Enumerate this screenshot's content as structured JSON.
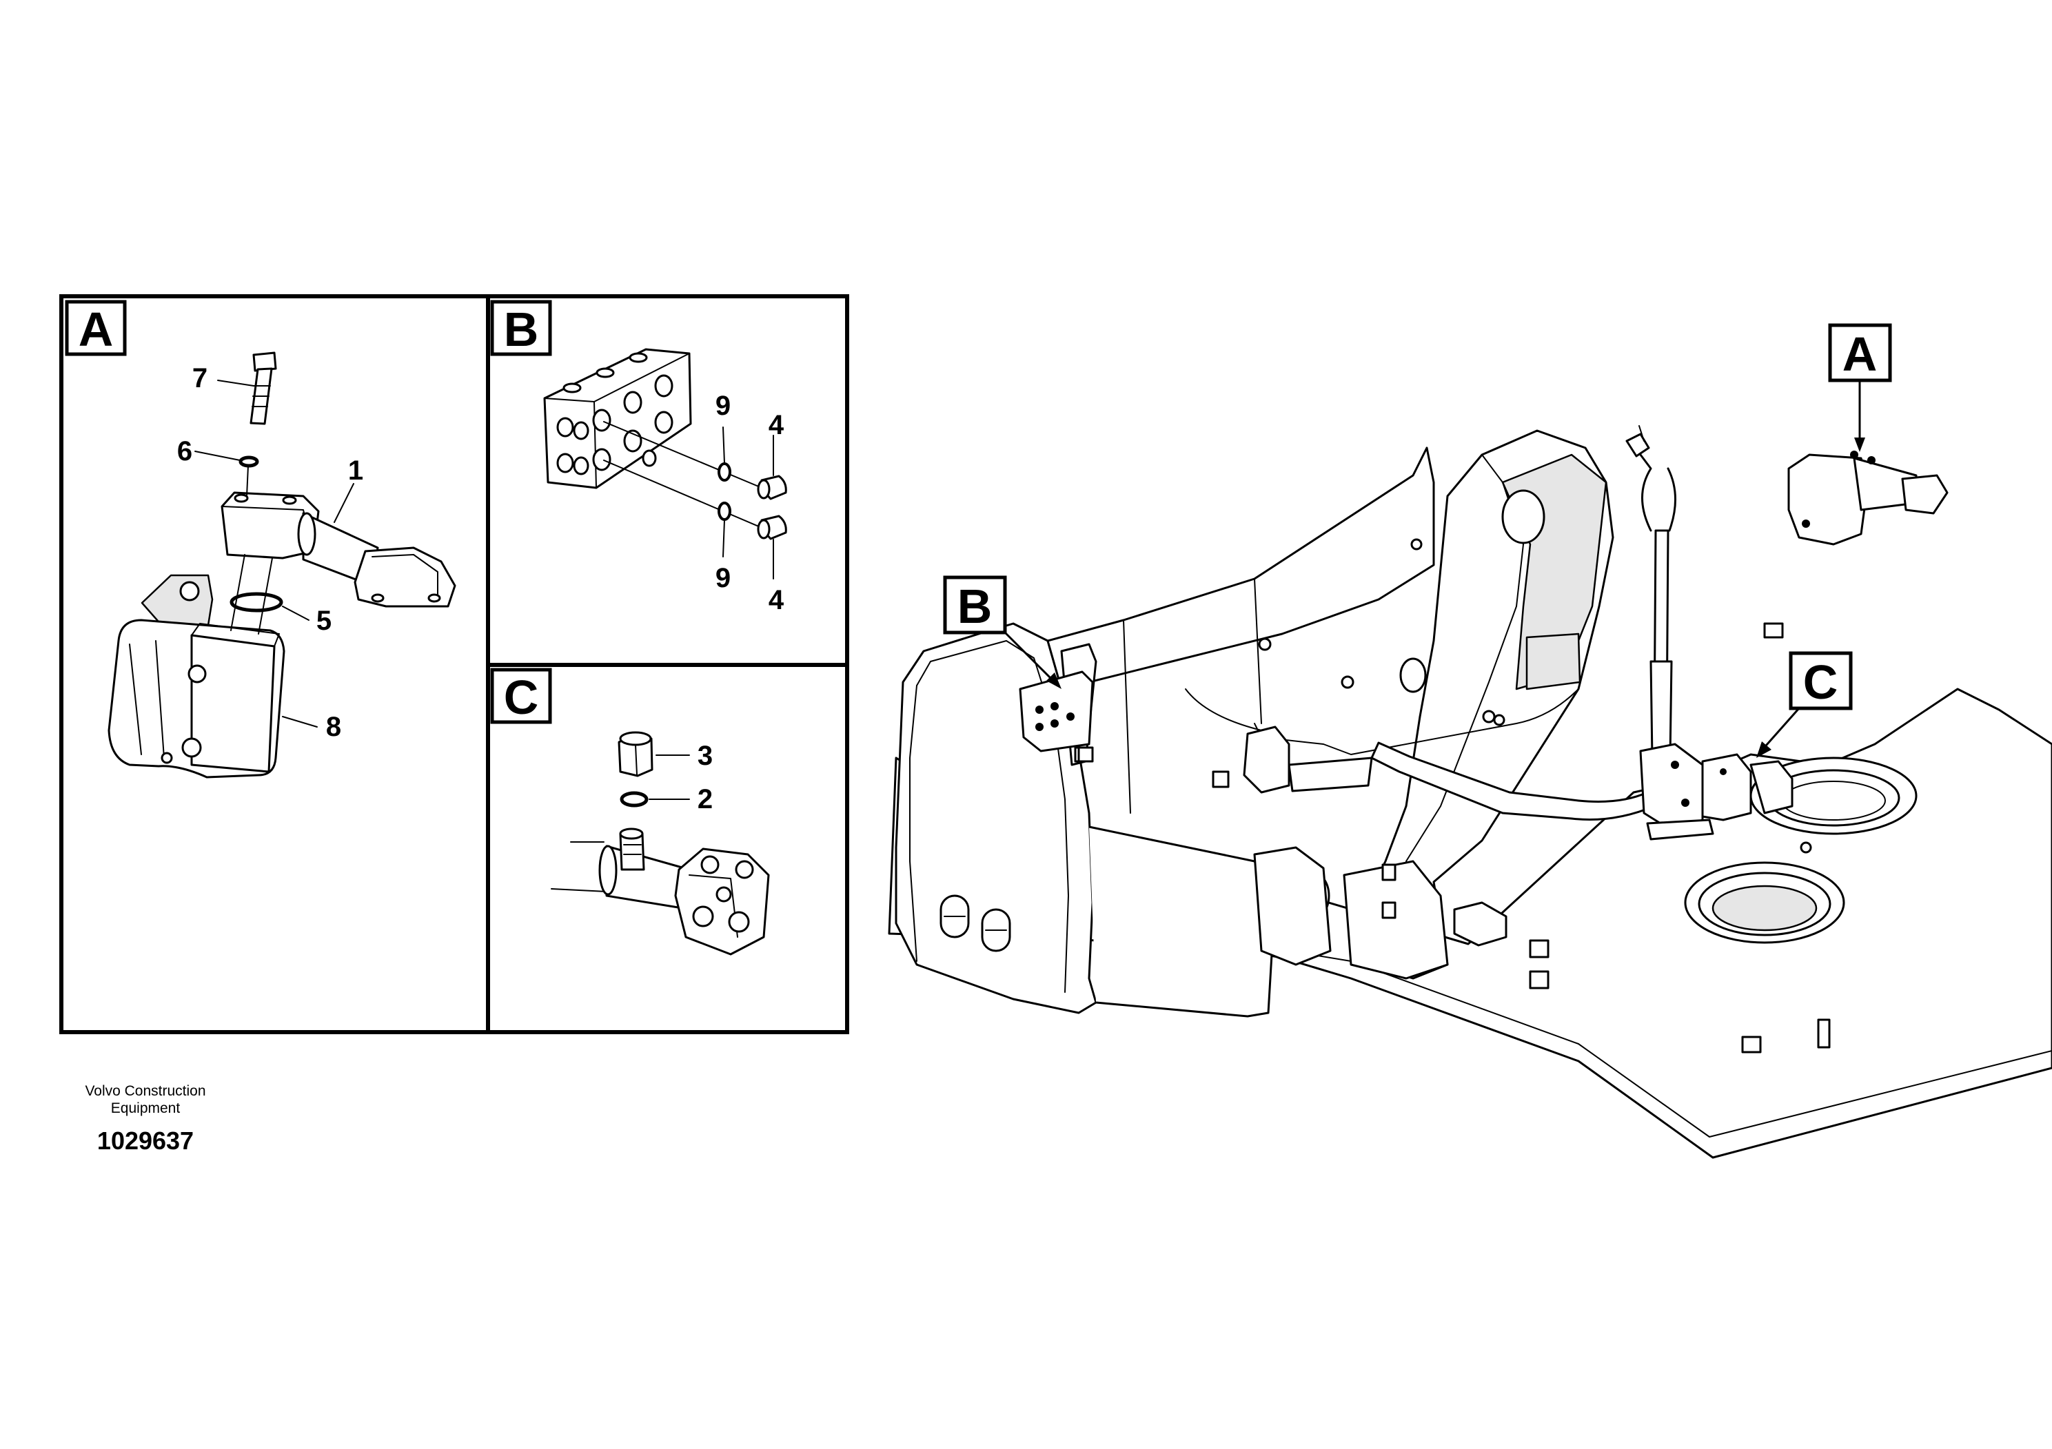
{
  "panels": {
    "a": {
      "label": "A",
      "callouts": {
        "c7": "7",
        "c6": "6",
        "c1": "1",
        "c5": "5",
        "c8": "8"
      }
    },
    "b": {
      "label": "B",
      "callouts": {
        "c9_top": "9",
        "c4_top": "4",
        "c9_bottom": "9",
        "c4_bottom": "4"
      }
    },
    "c": {
      "label": "C",
      "callouts": {
        "c3": "3",
        "c2": "2"
      }
    }
  },
  "overview": {
    "flags": {
      "a": "A",
      "b": "B",
      "c": "C"
    }
  },
  "footer": {
    "company_line1": "Volvo Construction",
    "company_line2": "Equipment",
    "document_number": "1029637"
  }
}
